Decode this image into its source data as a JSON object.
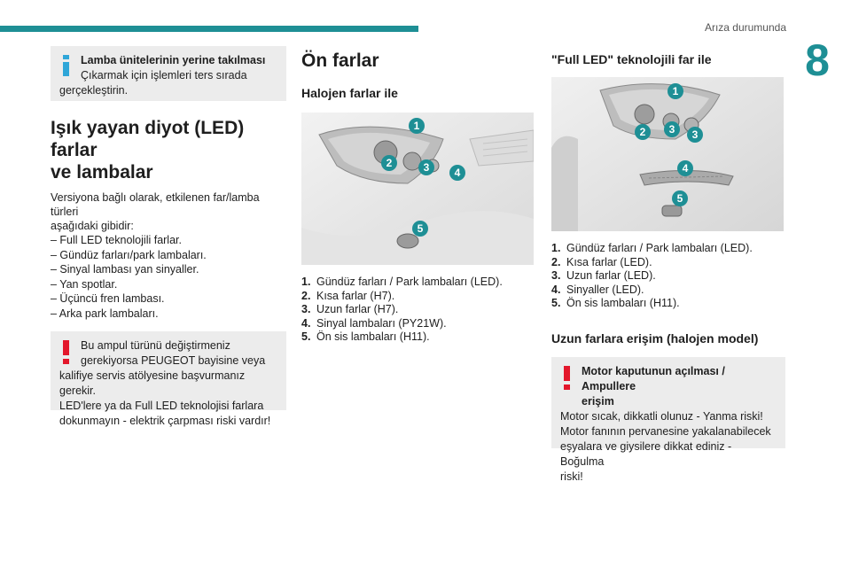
{
  "header": {
    "section_title": "Arıza durumunda",
    "chapter_number": "8"
  },
  "col1": {
    "info_box": {
      "title": "Lamba ünitelerinin yerine takılması",
      "text_line1": "Çıkarmak için işlemleri ters sırada",
      "text_line2": "gerçekleştirin."
    },
    "heading_line1": "Işık yayan diyot (LED) farlar",
    "heading_line2": "ve lambalar",
    "intro_line1": "Versiyona bağlı olarak, etkilenen far/lamba türleri",
    "intro_line2": "aşağıdaki gibidir:",
    "items": [
      "– Full LED teknolojili farlar.",
      "– Gündüz farları/park lambaları.",
      "– Sinyal lambası yan sinyaller.",
      "– Yan spotlar.",
      "– Üçüncü fren lambası.",
      "– Arka park lambaları."
    ],
    "warning_box": {
      "line1": "Bu ampul türünü değiştirmeniz",
      "line2": "gerekiyorsa PEUGEOT bayisine veya",
      "line3": "kalifiye servis atölyesine başvurmanız gerekir.",
      "line4": "LED'lere ya da Full LED teknolojisi farlara",
      "line5": "dokunmayın - elektrik çarpması riski vardır!"
    }
  },
  "col2": {
    "title": "Ön farlar",
    "subtitle": "Halojen farlar ile",
    "markers": [
      "1",
      "2",
      "3",
      "4",
      "5"
    ],
    "items": [
      {
        "num": "1.",
        "text": "Gündüz farları / Park lambaları (LED)."
      },
      {
        "num": "2.",
        "text": "Kısa farlar (H7)."
      },
      {
        "num": "3.",
        "text": "Uzun farlar (H7)."
      },
      {
        "num": "4.",
        "text": "Sinyal lambaları (PY21W)."
      },
      {
        "num": "5.",
        "text": "Ön sis lambaları (H11)."
      }
    ]
  },
  "col3": {
    "subtitle": "\"Full LED\" teknolojili far ile",
    "markers": [
      "1",
      "2",
      "3",
      "3",
      "4",
      "5"
    ],
    "items": [
      {
        "num": "1.",
        "text": "Gündüz farları / Park lambaları (LED)."
      },
      {
        "num": "2.",
        "text": "Kısa farlar (LED)."
      },
      {
        "num": "3.",
        "text": "Uzun farlar (LED)."
      },
      {
        "num": "4.",
        "text": "Sinyaller (LED)."
      },
      {
        "num": "5.",
        "text": "Ön sis lambaları (H11)."
      }
    ],
    "subtitle2": "Uzun farlara erişim (halojen model)",
    "warning_box": {
      "title_line1": "Motor kaputunun açılması / Ampullere",
      "title_line2": "erişim",
      "line1": "Motor sıcak, dikkatli olunuz - Yanma riski!",
      "line2": "Motor fanının pervanesine yakalanabilecek",
      "line3": "eşyalara ve giysilere dikkat ediniz - Boğulma",
      "line4": "riski!"
    }
  },
  "colors": {
    "accent_teal": "#1e8f95",
    "info_blue": "#2fa6d8",
    "warning_red": "#e3172b",
    "box_gray": "#ececec"
  }
}
